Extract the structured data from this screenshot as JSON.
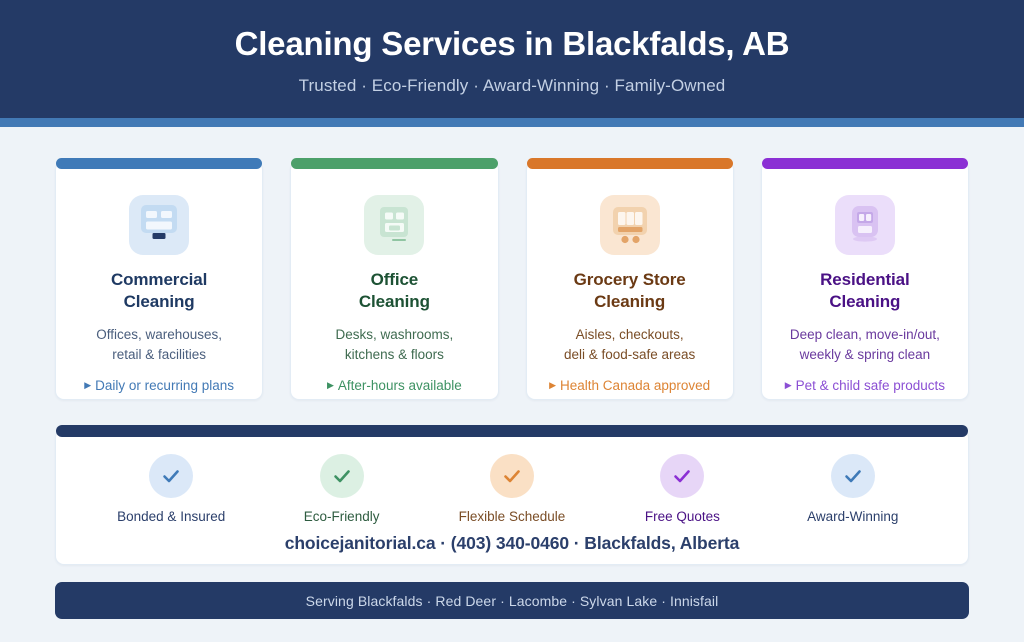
{
  "header": {
    "title": "Cleaning Services in Blackfalds, AB",
    "subtitle": "Trusted · Eco-Friendly · Award-Winning · Family-Owned",
    "bg_color": "#243a66",
    "stripe_color": "#4279b5",
    "title_color": "#ffffff",
    "subtitle_color": "#c3d0e4"
  },
  "page": {
    "background_color": "#eef3f8"
  },
  "cards": [
    {
      "title": "Commercial\nCleaning",
      "title_line1": "Commercial",
      "title_line2": "Cleaning",
      "desc_line1": "Offices, warehouses,",
      "desc_line2": "retail & facilities",
      "link": "Daily or recurring plans",
      "icon": "monitor-icon",
      "accent_color": "#3f7ab8",
      "title_color": "#1f3a63",
      "desc_color": "#4a5e7d",
      "link_color": "#4279b5",
      "icon_bg": "#dce9f7",
      "icon_fg": "#c3dbf2",
      "icon_detail": "#f2f7fd",
      "icon_dark": "#243a66"
    },
    {
      "title": "Office\nCleaning",
      "title_line1": "Office",
      "title_line2": "Cleaning",
      "desc_line1": "Desks, washrooms,",
      "desc_line2": "kitchens & floors",
      "link": "After-hours available",
      "icon": "building-icon",
      "accent_color": "#4ca06a",
      "title_color": "#1d5234",
      "desc_color": "#3f6b50",
      "link_color": "#3e9263",
      "icon_bg": "#e2f1e7",
      "icon_fg": "#c8e4d2",
      "icon_detail": "#f5fbf7",
      "icon_dark": "#4ca06a"
    },
    {
      "title": "Grocery Store\nCleaning",
      "title_line1": "Grocery Store",
      "title_line2": "Cleaning",
      "desc_line1": "Aisles, checkouts,",
      "desc_line2": "deli & food-safe areas",
      "link": "Health Canada approved",
      "icon": "shopping-cart-icon",
      "accent_color": "#d9772a",
      "title_color": "#6b3a14",
      "desc_color": "#7a4d26",
      "link_color": "#dd8434",
      "icon_bg": "#fae6d2",
      "icon_fg": "#f2d2ae",
      "icon_detail": "#fdf6ee",
      "icon_dark": "#e3a468"
    },
    {
      "title": "Residential\nCleaning",
      "title_line1": "Residential",
      "title_line2": "Cleaning",
      "desc_line1": "Deep clean, move-in/out,",
      "desc_line2": "weekly & spring clean",
      "link": "Pet & child safe products",
      "icon": "house-icon",
      "accent_color": "#8b2fd4",
      "title_color": "#4a1185",
      "desc_color": "#6a3a9e",
      "link_color": "#8b4fd4",
      "icon_bg": "#ebdefa",
      "icon_fg": "#d9c2f2",
      "icon_detail": "#f6f0fd",
      "icon_dark": "#c4a8e8"
    }
  ],
  "trust": {
    "accent_color": "#243a66",
    "features": [
      {
        "label": "Bonded & Insured",
        "icon": "check-icon",
        "circle_color": "#dbe8f8",
        "check_color": "#3f7ab8",
        "label_color": "#2b3f6b"
      },
      {
        "label": "Eco-Friendly",
        "icon": "check-icon",
        "circle_color": "#dcf0e3",
        "check_color": "#3e9263",
        "label_color": "#2e5c40"
      },
      {
        "label": "Flexible Schedule",
        "icon": "check-icon",
        "circle_color": "#fae0c5",
        "check_color": "#dd8434",
        "label_color": "#7a4d26"
      },
      {
        "label": "Free Quotes",
        "icon": "check-icon",
        "circle_color": "#e7d6f7",
        "check_color": "#8b2fd4",
        "label_color": "#4a1185"
      },
      {
        "label": "Award-Winning",
        "icon": "check-icon",
        "circle_color": "#dbe8f8",
        "check_color": "#3f7ab8",
        "label_color": "#2b3f6b"
      }
    ],
    "contact": "choicejanitorial.ca · (403) 340-0460 · Blackfalds, Alberta"
  },
  "footer": {
    "text": "Serving Blackfalds · Red Deer · Lacombe · Sylvan Lake · Innisfail",
    "bg_color": "#243a66",
    "text_color": "#ccd8ea"
  }
}
